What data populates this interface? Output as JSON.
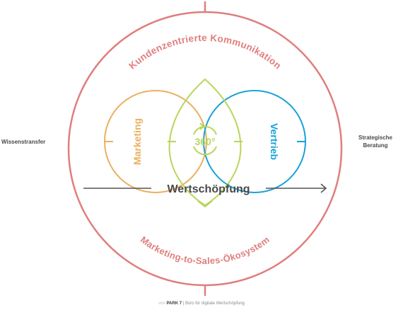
{
  "colors": {
    "outer_ring": "#e07e7d",
    "marketing": "#eab05e",
    "vertrieb": "#19a2d9",
    "center_leaf": "#b8d65a",
    "arrow": "#555555",
    "text_dark": "#4a4a4a"
  },
  "outer_ring": {
    "top_text": "Kundenzentrierte Kommunikation",
    "bottom_text": "Marketing-to-Sales-Ökosystem"
  },
  "inner": {
    "left_circle_label": "Marketing",
    "right_circle_label": "Vertrieb",
    "center_label": "360°",
    "axis_label": "Wertschöpfung"
  },
  "side_labels": {
    "left": "Wissenstransfer",
    "right_line1": "Strategische",
    "right_line2": "Beratung"
  },
  "footer": {
    "prefix": "von",
    "brand": "PARK 7",
    "separator": "|",
    "suffix": "Büro für digitale Wertschöpfung"
  }
}
